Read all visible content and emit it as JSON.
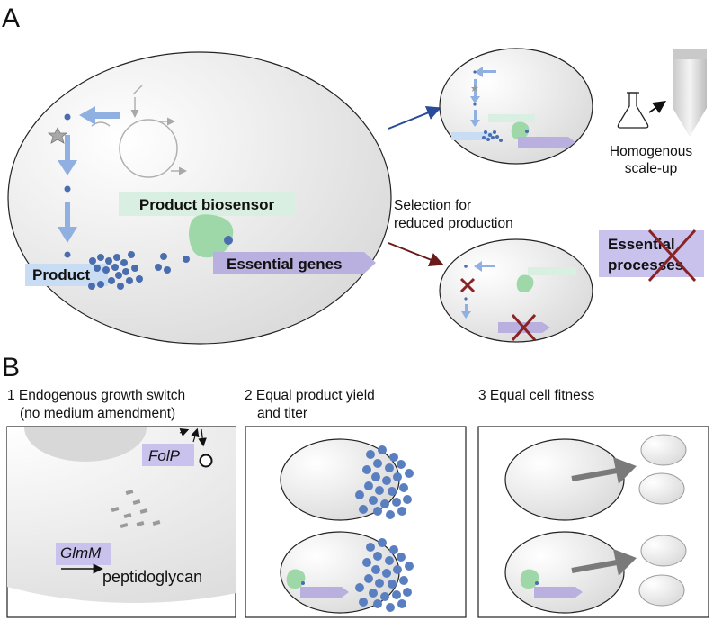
{
  "panel_a": {
    "letter": "A",
    "product_biosensor": "Product biosensor",
    "product": "Product",
    "essential_genes": "Essential genes",
    "homogenous_line1": "Homogenous",
    "homogenous_line2": "scale-up",
    "selection_line1": "Selection for",
    "selection_line2": "reduced production",
    "essential_line1": "Essential",
    "essential_line2": "processes"
  },
  "panel_b": {
    "letter": "B",
    "sub1_line1": "1 Endogenous growth switch",
    "sub1_line2": "(no medium amendment)",
    "sub2_line1": "2 Equal product yield",
    "sub2_line2": "and titer",
    "sub3_line1": "3 Equal cell fitness",
    "folp": "FolP",
    "glmm": "GlmM",
    "peptidoglycan": "peptidoglycan"
  },
  "colors": {
    "product_dot": "#4a6db0",
    "arrow_blue": "#8fb0e0",
    "biosensor_green": "#9fd8a8",
    "essential_purple": "#b9b0e0",
    "cross_red": "#8a2323"
  }
}
